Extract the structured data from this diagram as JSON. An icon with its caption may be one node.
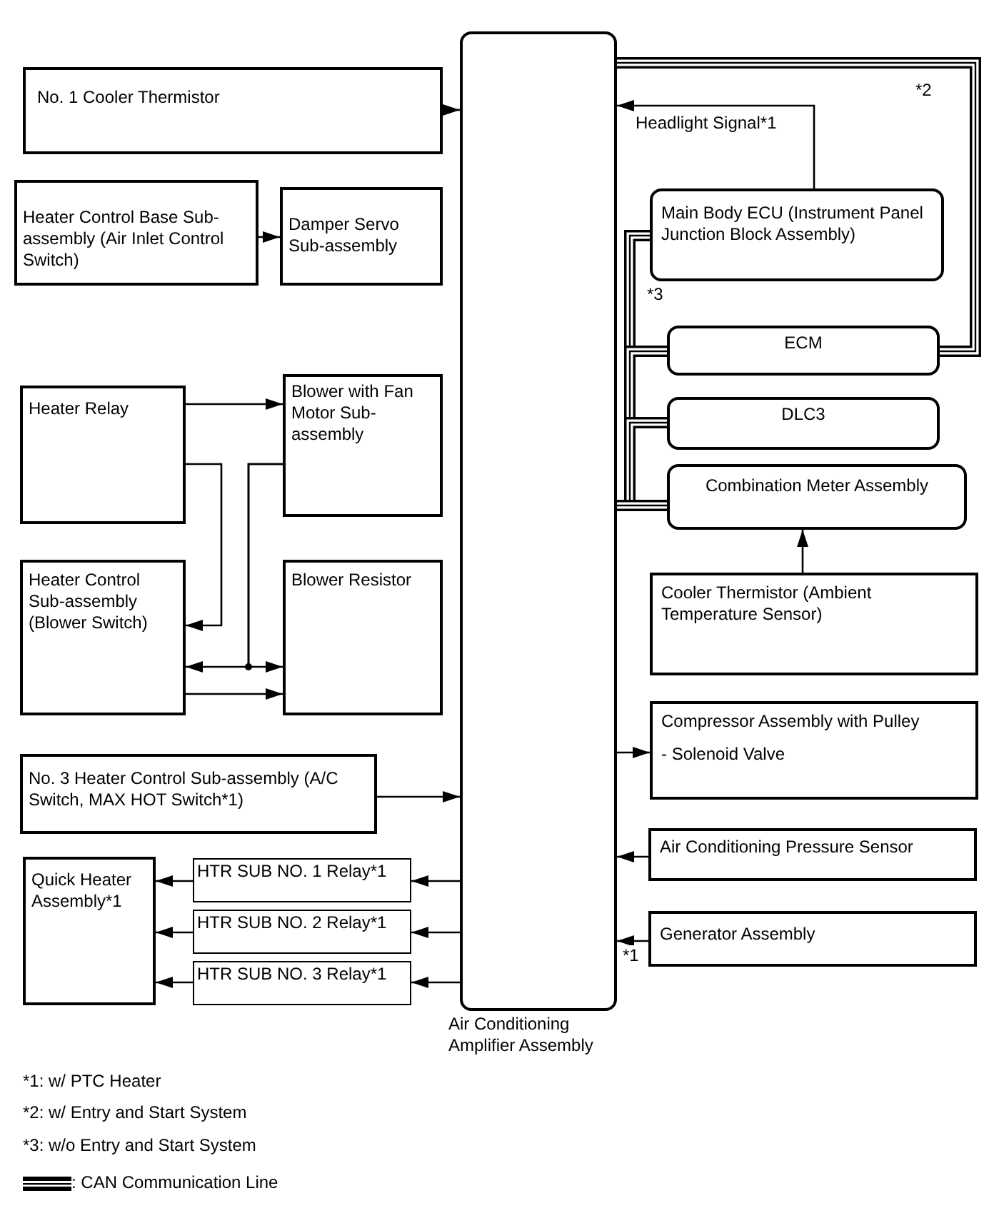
{
  "diagram": {
    "nodes": [
      {
        "text": [
          "Air Conditioning Amplifier Assembly"
        ]
      },
      {
        "text": [
          "No. 1 Cooler Thermistor"
        ]
      },
      {
        "text": [
          "Heater Control Base Sub-assembly (Air Inlet Control Switch)"
        ]
      },
      {
        "text": [
          "Damper Servo Sub-assembly"
        ]
      },
      {
        "text": [
          "Heater Relay"
        ]
      },
      {
        "text": [
          "Blower with Fan Motor Sub-assembly"
        ]
      },
      {
        "text": [
          "Heater Control Sub-assembly (Blower Switch)"
        ]
      },
      {
        "text": [
          "Blower Resistor"
        ]
      },
      {
        "text": [
          "No. 3 Heater Control Sub-assembly (A/C Switch, MAX HOT Switch*1)"
        ]
      },
      {
        "text": [
          "Quick Heater Assembly*1"
        ]
      },
      {
        "text": [
          "HTR SUB NO. 1 Relay*1"
        ]
      },
      {
        "text": [
          "HTR SUB NO. 2 Relay*1"
        ]
      },
      {
        "text": [
          "HTR SUB NO. 3 Relay*1"
        ]
      },
      {
        "text": [
          "Main Body ECU (Instrument Panel Junction Block Assembly)"
        ]
      },
      {
        "text": [
          "ECM"
        ]
      },
      {
        "text": [
          "DLC3"
        ]
      },
      {
        "text": [
          "Combination Meter Assembly"
        ]
      },
      {
        "text": [
          "Cooler Thermistor (Ambient Temperature Sensor)"
        ]
      },
      {
        "text": [
          "Compressor Assembly with Pulley",
          "- Solenoid Valve"
        ]
      },
      {
        "text": [
          "Air Conditioning Pressure Sensor"
        ]
      },
      {
        "text": [
          "Generator Assembly"
        ]
      }
    ],
    "edges": [
      {
        "from": 1,
        "to": 0,
        "arrow": "to"
      },
      {
        "from": 2,
        "to": 3,
        "arrow": "to"
      },
      {
        "from": 4,
        "to": 5,
        "arrow": "to"
      },
      {
        "from": 4,
        "to": 6,
        "arrow": "to"
      },
      {
        "from": 5,
        "to": 6,
        "arrow": "to"
      },
      {
        "from": 5,
        "to": 7,
        "arrow": "to"
      },
      {
        "from": 6,
        "to": 7,
        "arrow": "to"
      },
      {
        "from": 8,
        "to": 0,
        "arrow": "to"
      },
      {
        "from": 0,
        "to": 10,
        "arrow": "to"
      },
      {
        "from": 0,
        "to": 11,
        "arrow": "to"
      },
      {
        "from": 0,
        "to": 12,
        "arrow": "to"
      },
      {
        "from": 10,
        "to": 9,
        "arrow": "to"
      },
      {
        "from": 11,
        "to": 9,
        "arrow": "to"
      },
      {
        "from": 12,
        "to": 9,
        "arrow": "to"
      },
      {
        "from": 13,
        "to": 0,
        "arrow": "to",
        "label": "Headlight Signal*1"
      },
      {
        "from": 0,
        "to": 14,
        "arrow": "none",
        "style": "thick"
      },
      {
        "from": 0,
        "to": 13,
        "arrow": "none",
        "style": "thick"
      },
      {
        "from": 0,
        "to": 14,
        "arrow": "none",
        "style": "thick"
      },
      {
        "from": 0,
        "to": 15,
        "arrow": "none",
        "style": "thick"
      },
      {
        "from": 0,
        "to": 16,
        "arrow": "none",
        "style": "thick"
      },
      {
        "from": 17,
        "to": 16,
        "arrow": "to"
      },
      {
        "from": 0,
        "to": 18,
        "arrow": "to"
      },
      {
        "from": 19,
        "to": 0,
        "arrow": "to"
      },
      {
        "from": 20,
        "to": 0,
        "arrow": "to",
        "label": "*1"
      }
    ],
    "labels": [
      "*2",
      "*3",
      "*1: w/ PTC Heater",
      "*2: w/ Entry and Start System",
      "*3: w/o Entry and Start System"
    ],
    "legend": [
      {
        "text": ": CAN Communication Line"
      }
    ]
  }
}
